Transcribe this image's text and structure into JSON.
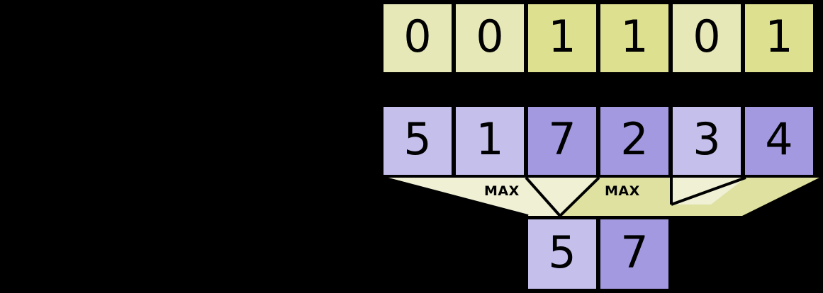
{
  "diagram": {
    "title": "max-pooling-with-mask",
    "colors": {
      "background": "#000000",
      "mask_low": "#e6e8b8",
      "mask_high": "#dde08f",
      "value_low": "#c5bfec",
      "value_high": "#a399e0",
      "funnel_light": "#eff0d4",
      "funnel_dark": "#dee1a0",
      "stroke": "#000000"
    },
    "mask_row": {
      "name": "mask-row",
      "cells": [
        {
          "value": "0",
          "level": "low"
        },
        {
          "value": "0",
          "level": "low"
        },
        {
          "value": "1",
          "level": "high"
        },
        {
          "value": "1",
          "level": "high"
        },
        {
          "value": "0",
          "level": "low"
        },
        {
          "value": "1",
          "level": "high"
        }
      ]
    },
    "value_row": {
      "name": "value-row",
      "cells": [
        {
          "value": "5",
          "level": "low"
        },
        {
          "value": "1",
          "level": "low"
        },
        {
          "value": "7",
          "level": "high"
        },
        {
          "value": "2",
          "level": "high"
        },
        {
          "value": "3",
          "level": "low"
        },
        {
          "value": "4",
          "level": "high"
        }
      ]
    },
    "operations": [
      {
        "label": "MAX"
      },
      {
        "label": "MAX"
      }
    ],
    "output_row": {
      "name": "output-row",
      "cells": [
        {
          "value": "5",
          "level": "low"
        },
        {
          "value": "7",
          "level": "high"
        }
      ]
    }
  }
}
